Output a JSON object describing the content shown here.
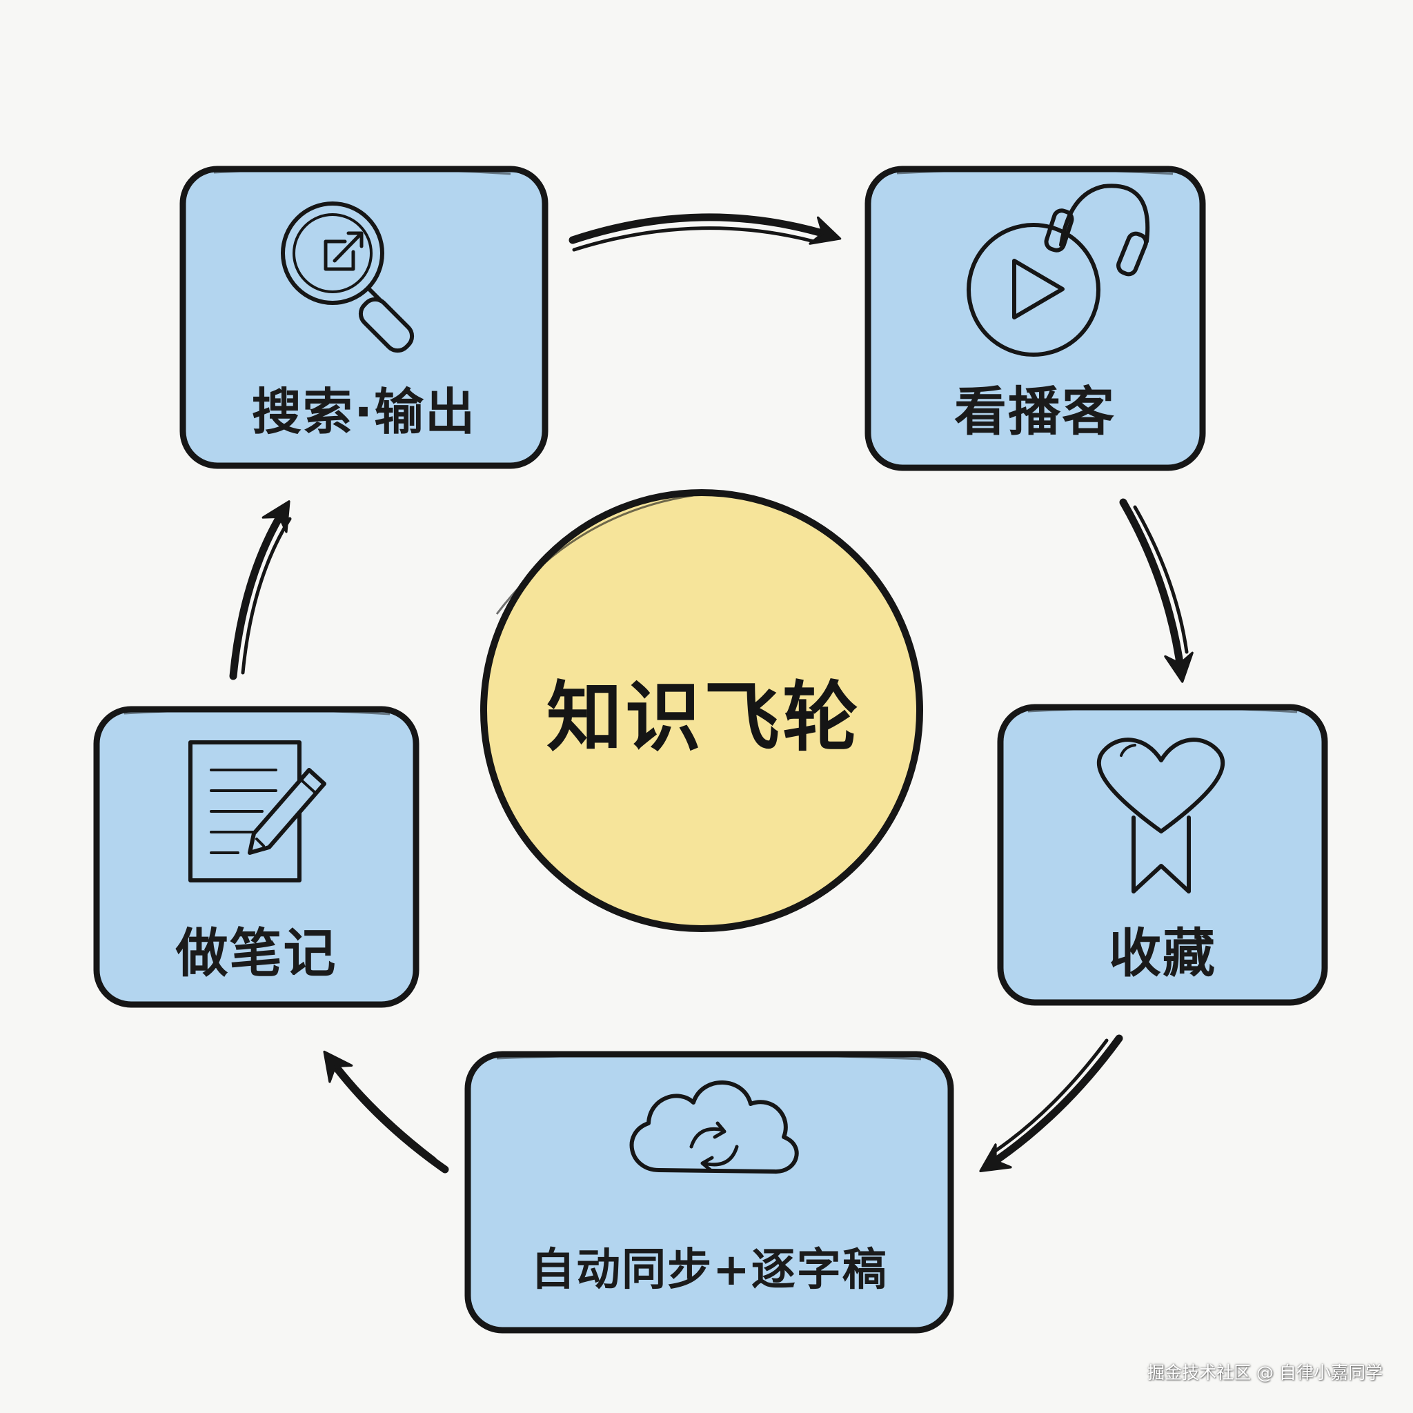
{
  "diagram": {
    "center": {
      "label": "知识飞轮"
    },
    "nodes": [
      {
        "id": "search",
        "label": "搜索·输出",
        "icon": "magnifier-link-icon"
      },
      {
        "id": "podcast",
        "label": "看播客",
        "icon": "play-headphones-icon"
      },
      {
        "id": "collect",
        "label": "收藏",
        "icon": "heart-bookmark-icon"
      },
      {
        "id": "sync",
        "label": "自动同步+逐字稿",
        "icon": "cloud-sync-icon"
      },
      {
        "id": "notes",
        "label": "做笔记",
        "icon": "notepad-pencil-icon"
      }
    ],
    "edges": [
      {
        "from": "search",
        "to": "podcast"
      },
      {
        "from": "podcast",
        "to": "collect"
      },
      {
        "from": "collect",
        "to": "sync"
      },
      {
        "from": "sync",
        "to": "notes"
      },
      {
        "from": "notes",
        "to": "search"
      }
    ]
  },
  "colors": {
    "background": "#f7f7f5",
    "box_fill": "#b3d5ef",
    "center_fill": "#f6e49a",
    "stroke": "#161616"
  },
  "watermark": "掘金技术社区 @ 自律小嘉同学"
}
